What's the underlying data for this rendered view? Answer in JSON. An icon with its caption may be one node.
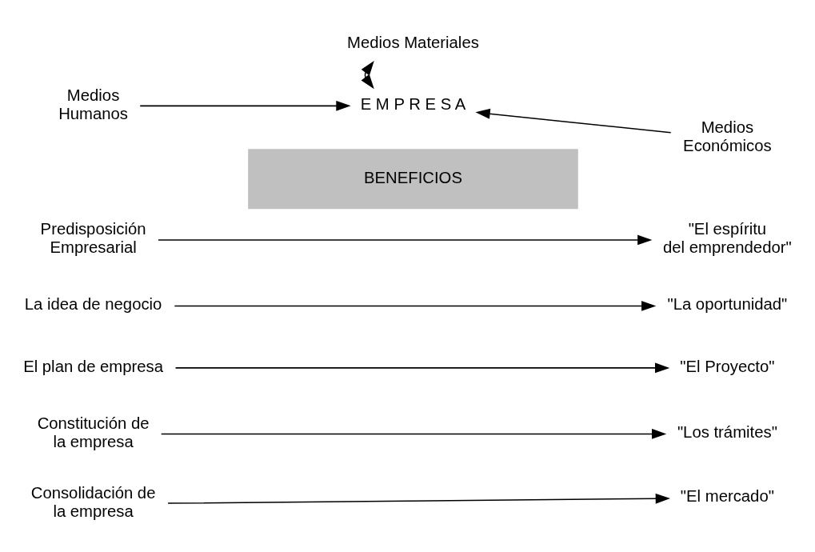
{
  "diagram": {
    "nodes": [
      {
        "text": [
          "Medios Materiales"
        ]
      },
      {
        "text": [
          "Medios Humanos"
        ]
      },
      {
        "text": [
          "E M P R E S A"
        ]
      },
      {
        "text": [
          "Medios Económicos"
        ]
      },
      {
        "text": [
          "BENEFICIOS"
        ]
      },
      {
        "text": [
          "Predisposición Empresarial"
        ]
      },
      {
        "text": [
          "\"El espíritu del emprendedor\""
        ]
      },
      {
        "text": [
          "La idea de negocio"
        ]
      },
      {
        "text": [
          "\"La oportunidad\""
        ]
      },
      {
        "text": [
          "El plan de empresa"
        ]
      },
      {
        "text": [
          "\"El Proyecto\""
        ]
      },
      {
        "text": [
          "Constitución de la empresa"
        ]
      },
      {
        "text": [
          "\"Los trámites\""
        ]
      },
      {
        "text": [
          "Consolidación de la empresa"
        ]
      },
      {
        "text": [
          "\"El mercado\""
        ]
      }
    ],
    "edges": [
      {
        "from": 0,
        "to": 2,
        "arrow": "both"
      },
      {
        "from": 1,
        "to": 2,
        "arrow": "to"
      },
      {
        "from": 3,
        "to": 2,
        "arrow": "to"
      },
      {
        "from": 5,
        "to": 6,
        "arrow": "to"
      },
      {
        "from": 7,
        "to": 8,
        "arrow": "to"
      },
      {
        "from": 9,
        "to": 10,
        "arrow": "to"
      },
      {
        "from": 11,
        "to": 12,
        "arrow": "to"
      },
      {
        "from": 13,
        "to": 14,
        "arrow": "to"
      }
    ]
  }
}
